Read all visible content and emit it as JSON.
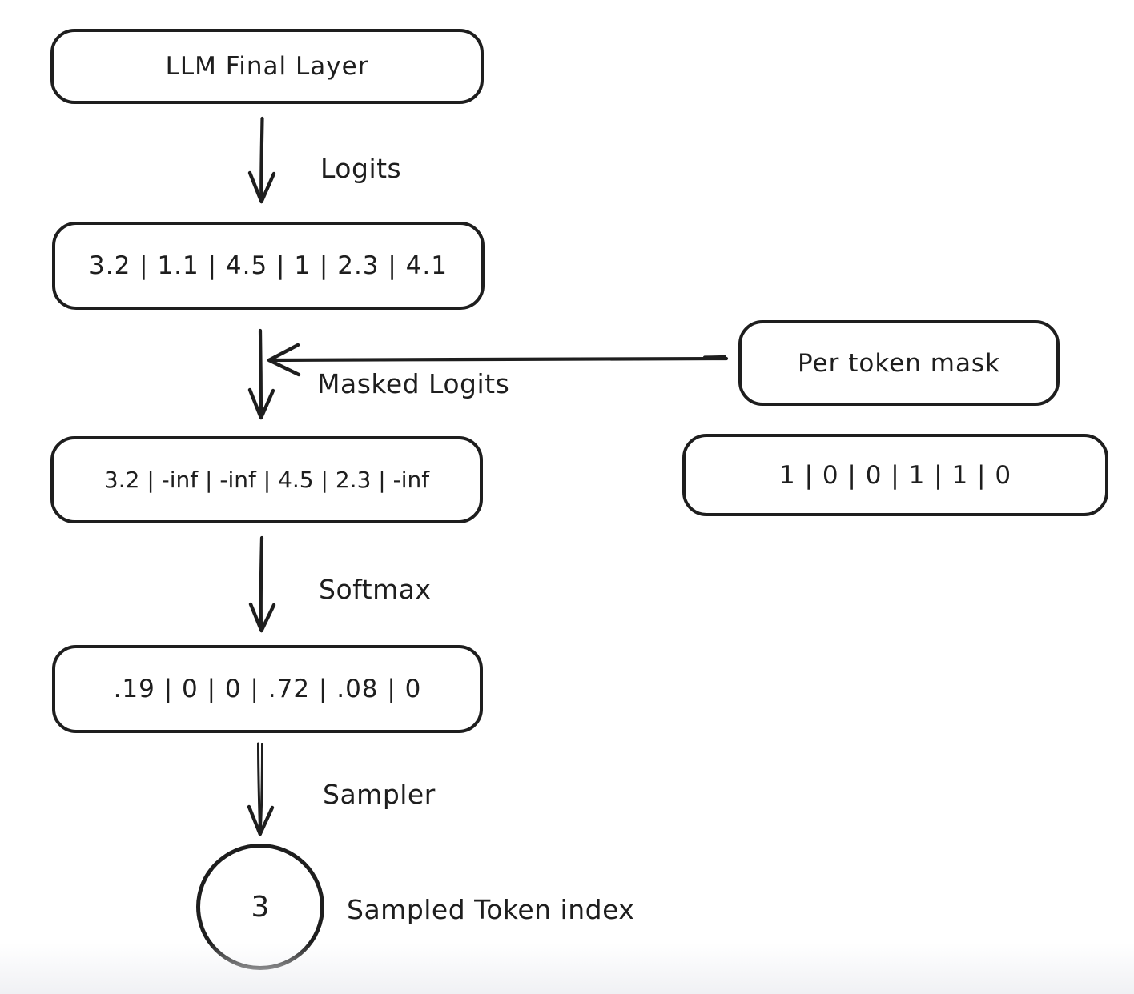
{
  "canvas": {
    "background": "#ffffff",
    "stroke_color": "#1e1e1e"
  },
  "nodes": {
    "llm_final_layer": {
      "label": "LLM Final Layer"
    },
    "logits": {
      "label": "3.2 | 1.1 | 4.5 | 1 | 2.3 | 4.1"
    },
    "masked_logits": {
      "label": "3.2 | -inf | -inf | 4.5 | 2.3 | -inf"
    },
    "per_token_mask": {
      "label": "Per token mask"
    },
    "mask_values": {
      "label": "1 | 0 | 0 | 1 | 1 | 0"
    },
    "probabilities": {
      "label": ".19 | 0 | 0 | .72 | .08 | 0"
    },
    "sampled_token": {
      "value": "3",
      "caption": "Sampled Token index"
    }
  },
  "edges": {
    "logits": {
      "label": "Logits"
    },
    "masked_logits": {
      "label": "Masked Logits"
    },
    "softmax": {
      "label": "Softmax"
    },
    "sampler": {
      "label": "Sampler"
    }
  }
}
